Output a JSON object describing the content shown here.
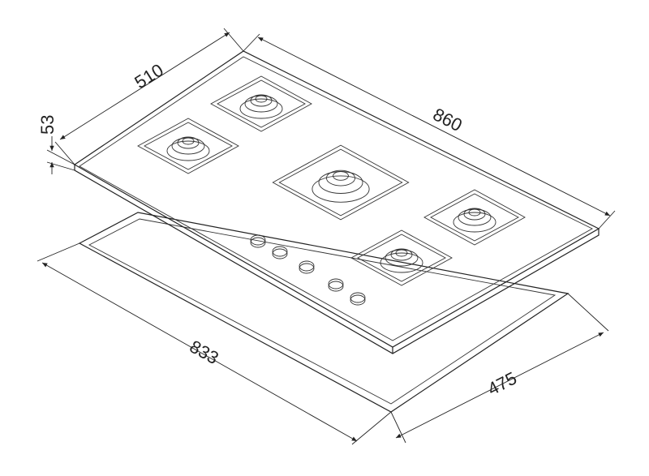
{
  "title": "Gas hob dimension drawing",
  "dimensions": {
    "depth": "510",
    "width": "860",
    "height": "53",
    "cutout_width": "833",
    "cutout_depth": "475"
  },
  "burners": 5,
  "knobs": 5
}
